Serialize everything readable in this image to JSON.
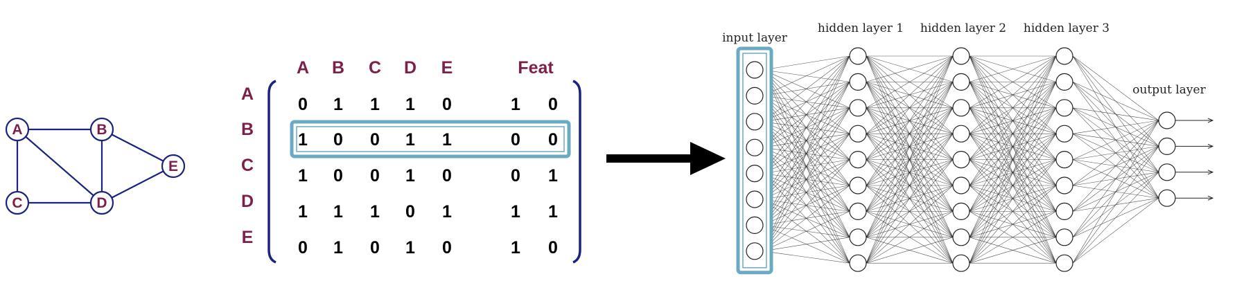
{
  "colors": {
    "graph": "#1a237e",
    "label": "#7b1f4b",
    "highlight": "#6aaac2",
    "arrow": "#000000",
    "nn_stroke": "#222222"
  },
  "graph": {
    "nodes": [
      {
        "id": "A",
        "label": "A"
      },
      {
        "id": "B",
        "label": "B"
      },
      {
        "id": "C",
        "label": "C"
      },
      {
        "id": "D",
        "label": "D"
      },
      {
        "id": "E",
        "label": "E"
      }
    ],
    "edges": [
      [
        "A",
        "B"
      ],
      [
        "A",
        "C"
      ],
      [
        "A",
        "D"
      ],
      [
        "B",
        "D"
      ],
      [
        "B",
        "E"
      ],
      [
        "C",
        "D"
      ],
      [
        "D",
        "E"
      ]
    ]
  },
  "matrix": {
    "col_headers": [
      "A",
      "B",
      "C",
      "D",
      "E"
    ],
    "feat_header": "Feat",
    "row_headers": [
      "A",
      "B",
      "C",
      "D",
      "E"
    ],
    "rows": [
      {
        "adj": [
          "0",
          "1",
          "1",
          "1",
          "0"
        ],
        "feat": [
          "1",
          "0"
        ]
      },
      {
        "adj": [
          "1",
          "0",
          "0",
          "1",
          "1"
        ],
        "feat": [
          "0",
          "0"
        ]
      },
      {
        "adj": [
          "1",
          "0",
          "0",
          "1",
          "0"
        ],
        "feat": [
          "0",
          "1"
        ]
      },
      {
        "adj": [
          "1",
          "1",
          "1",
          "0",
          "1"
        ],
        "feat": [
          "1",
          "1"
        ]
      },
      {
        "adj": [
          "0",
          "1",
          "0",
          "1",
          "0"
        ],
        "feat": [
          "1",
          "0"
        ]
      }
    ],
    "highlighted_row": 1
  },
  "network": {
    "layers": [
      {
        "label": "input layer",
        "nodes": 8
      },
      {
        "label": "hidden layer 1",
        "nodes": 9
      },
      {
        "label": "hidden layer 2",
        "nodes": 9
      },
      {
        "label": "hidden layer 3",
        "nodes": 9
      },
      {
        "label": "output layer",
        "nodes": 4
      }
    ],
    "highlighted_layer": 0
  }
}
